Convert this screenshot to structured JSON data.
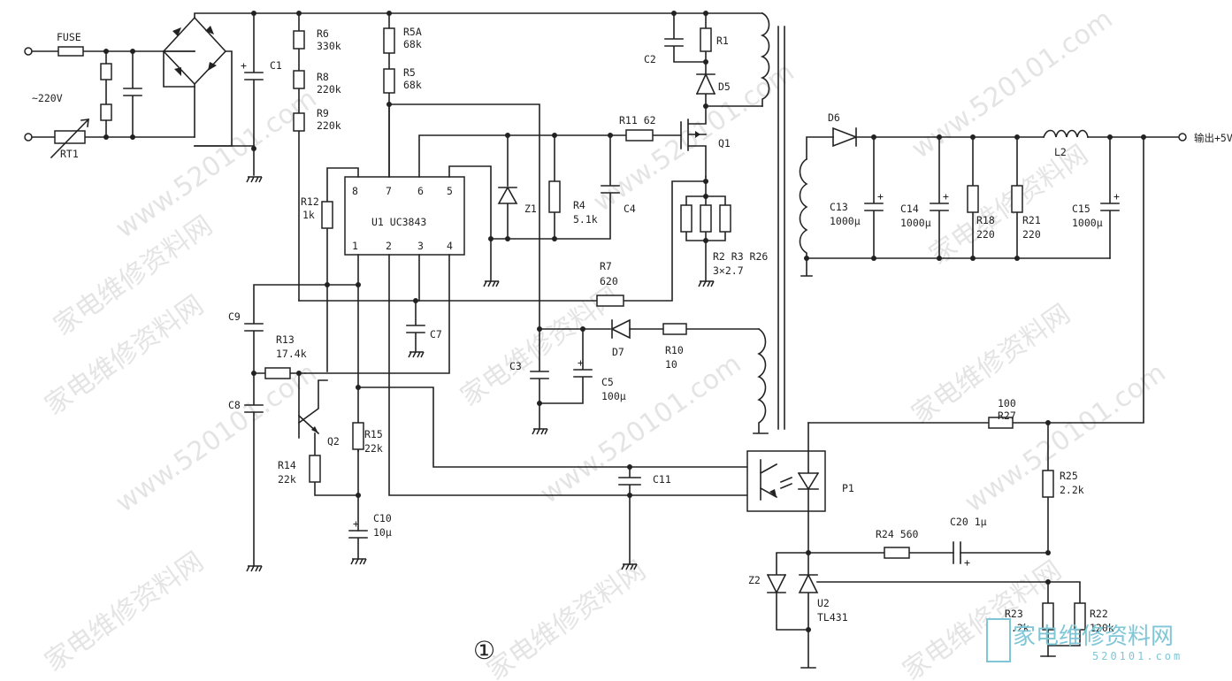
{
  "watermark": {
    "cn": "家电维修资料网",
    "url": "www.520101.com"
  },
  "logo": {
    "text": "家电维修资料网",
    "url": "520101.com"
  },
  "figure_label": "①",
  "ic": {
    "name": "U1  UC3843",
    "pins_top": [
      "8",
      "7",
      "6",
      "5"
    ],
    "pins_bottom": [
      "1",
      "2",
      "3",
      "4"
    ]
  },
  "labels": {
    "fuse": "FUSE",
    "ac": "~220V",
    "rt1": "RT1",
    "c1": "C1",
    "r6": "R6",
    "r6v": "330k",
    "r8": "R8",
    "r8v": "220k",
    "r9": "R9",
    "r9v": "220k",
    "r5a": "R5A",
    "r5av": "68k",
    "r5": "R5",
    "r5v": "68k",
    "c2": "C2",
    "r1": "R1",
    "d5": "D5",
    "r11": "R11 62",
    "q1": "Q1",
    "r12": "R12",
    "r12v": "1k",
    "z1": "Z1",
    "r4": "R4",
    "r4v": "5.1k",
    "c4": "C4",
    "r2": "R2 R3 R26",
    "r2v": "3×2.7",
    "r7": "R7",
    "r7v": "620",
    "c7": "C7",
    "c9": "C9",
    "c8": "C8",
    "r13": "R13",
    "r13v": "17.4k",
    "q2": "Q2",
    "r14": "R14",
    "r14v": "22k",
    "r15": "R15",
    "r15v": "22k",
    "c10": "C10",
    "c10v": "10μ",
    "c3": "C3",
    "c5": "C5",
    "c5v": "100μ",
    "d7": "D7",
    "r10": "R10",
    "r10v": "10",
    "c11": "C11",
    "d6": "D6",
    "l2": "L2",
    "out": "输出+5V",
    "c13": "C13",
    "c13v": "1000μ",
    "c14": "C14",
    "c14v": "1000μ",
    "r18": "R18",
    "r18v": "220",
    "r21": "R21",
    "r21v": "220",
    "c15": "C15",
    "c15v": "1000μ",
    "r27": "R27",
    "r27v": "100",
    "r25": "R25",
    "r25v": "2.2k",
    "p1": "P1",
    "r24": "R24  560",
    "c20": "C20 1μ",
    "z2": "Z2",
    "u2": "U2",
    "tl431": "TL431",
    "r23": "R23",
    "r23v": "2.2k",
    "r22": "R22",
    "r22v": "120k"
  }
}
